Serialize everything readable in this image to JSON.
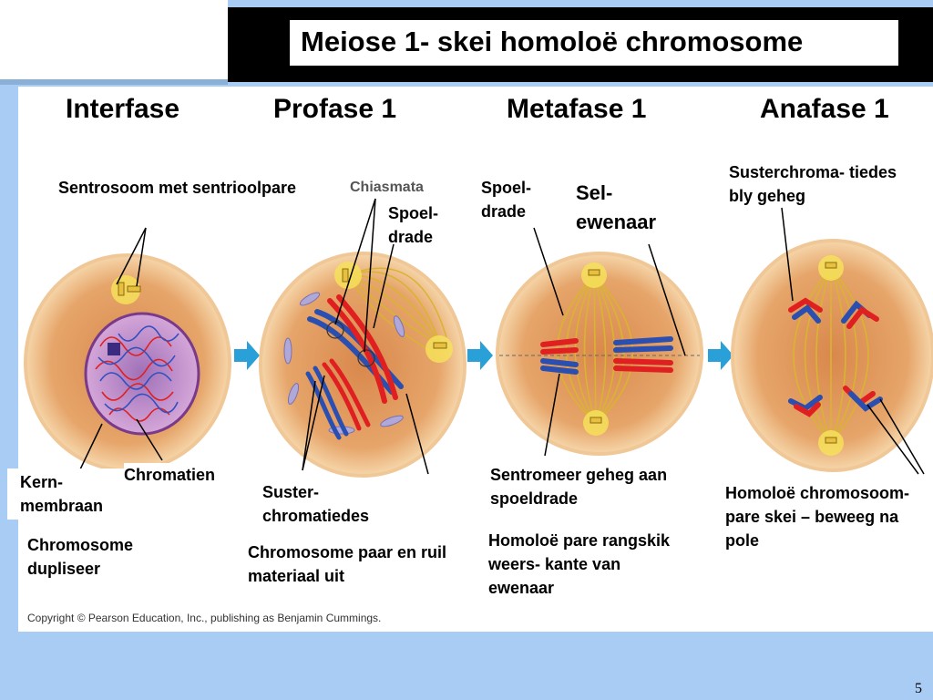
{
  "title": "Meiose 1- skei homoloë chromosome",
  "phases": [
    "Interfase",
    "Profase 1",
    "Metafase 1",
    "Anafase 1"
  ],
  "labels": {
    "centrosome": "Sentrosoom met sentrioolpare",
    "chiasmata": "Chiasmata",
    "spindle_prophase": "Spoel- drade",
    "spindle_metaphase": "Spoel- drade",
    "equator": "Sel- ewenaar",
    "sister_chromatids_attached": "Susterchroma- tiedes bly geheg",
    "nuclear_membrane": "Kern- membraan",
    "chromatin": "Chromatien",
    "sister_chromatids": "Suster- chromatiedes",
    "centromere_attached": "Sentromeer geheg aan spoeldrade",
    "homologous_separate": "Homoloë chromosoom- pare skei – beweeg na pole"
  },
  "captions": {
    "interphase": "Chromosome dupliseer",
    "prophase": "Chromosome paar en ruil materiaal uit",
    "metaphase": "Homoloë pare rangskik weers- kante van ewenaar"
  },
  "copyright": "Copyright © Pearson Education, Inc., publishing as Benjamin Cummings.",
  "page_number": "5",
  "colors": {
    "background": "#a8ccf4",
    "cell_fill": "#e9a870",
    "cell_edge": "#f4d3a8",
    "spindle": "#d9b431",
    "chromosome_red": "#e02020",
    "chromosome_blue": "#2a4fb0",
    "arrow": "#2aa0d8"
  }
}
